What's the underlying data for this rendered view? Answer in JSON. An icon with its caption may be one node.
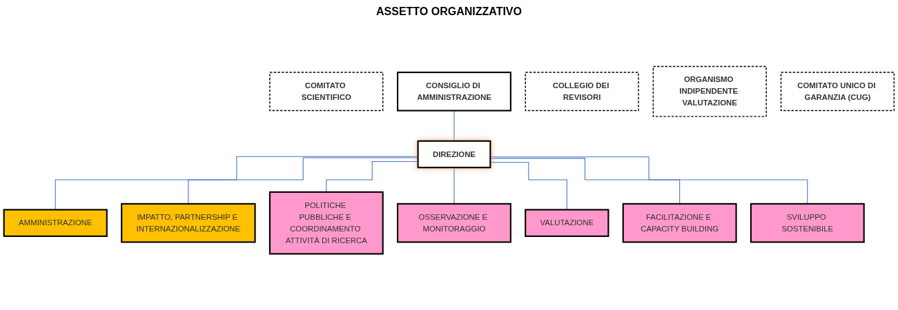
{
  "diagram": {
    "title": "ASSETTO ORGANIZZATIVO",
    "nodes": [
      {
        "text": [
          "COMITATO SCIENTIFICO"
        ]
      },
      {
        "text": [
          "CONSIGLIO DI AMMINISTRAZIONE"
        ]
      },
      {
        "text": [
          "COLLEGIO DEI REVISORI"
        ]
      },
      {
        "text": [
          "ORGANISMO INDIPENDENTE VALUTAZIONE"
        ]
      },
      {
        "text": [
          "DIREZIONE"
        ]
      },
      {
        "text": [
          "COMITATO UNICO DI GARANZIA (CUG)"
        ]
      },
      {
        "text": [
          "AMMINISTRAZIONE"
        ]
      },
      {
        "text": [
          "IMPATTO, PARTNERSHIP E INTERNAZIONALIZZAZIONE"
        ]
      },
      {
        "text": [
          "POLITICHE PUBBLICHE E COORDINAMENTO ATTIVITÀ DI RICERCA"
        ]
      },
      {
        "text": [
          "OSSERVAZIONE E MONITORAGGIO"
        ]
      },
      {
        "text": [
          "VALUTAZIONE"
        ]
      },
      {
        "text": [
          "FACILITAZIONE E CAPACITY BUILDING"
        ]
      },
      {
        "text": [
          "SVILUPPO SOSTENIBILE"
        ]
      }
    ],
    "edges": [
      {
        "from": 1,
        "to": 4,
        "arrow": "none"
      },
      {
        "from": 4,
        "to": 6,
        "arrow": "none"
      },
      {
        "from": 4,
        "to": 7,
        "arrow": "none"
      },
      {
        "from": 4,
        "to": 8,
        "arrow": "none"
      },
      {
        "from": 4,
        "to": 9,
        "arrow": "none"
      },
      {
        "from": 4,
        "to": 10,
        "arrow": "none"
      },
      {
        "from": 4,
        "to": 11,
        "arrow": "none"
      },
      {
        "from": 4,
        "to": 12,
        "arrow": "none"
      }
    ]
  }
}
